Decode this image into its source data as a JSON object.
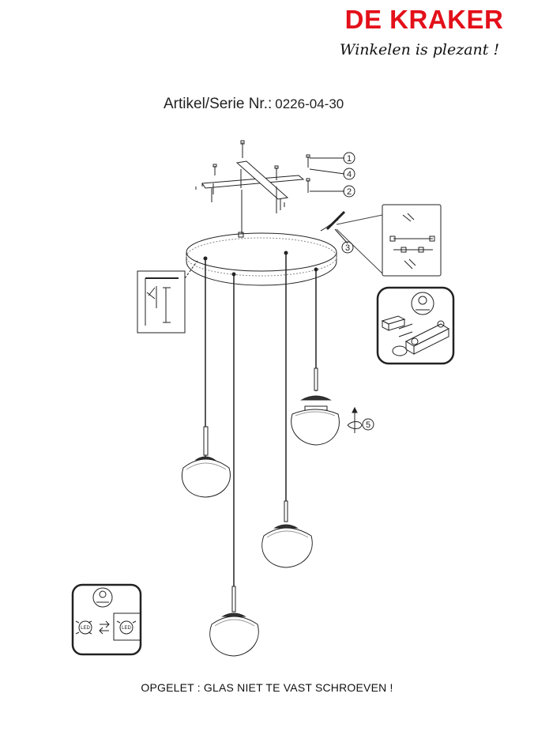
{
  "brand": {
    "name": "DE KRAKER",
    "slogan": "Winkelen is plezant !",
    "color": "#e3101a"
  },
  "article": {
    "label": "Artikel/Serie Nr.:",
    "number": "0226-04-30"
  },
  "callouts": [
    "1",
    "4",
    "2",
    "3",
    "5"
  ],
  "icons": {
    "mounting_detail": "mounting-detail-icon",
    "wiring_detail": "wiring-connection-icon",
    "electrician_driver": "electrician-driver-icon",
    "led_replace": "led-replacement-icon"
  },
  "led_labels": [
    "LED",
    "LED"
  ],
  "warning": "OPGELET : GLAS NIET TE VAST SCHROEVEN !"
}
